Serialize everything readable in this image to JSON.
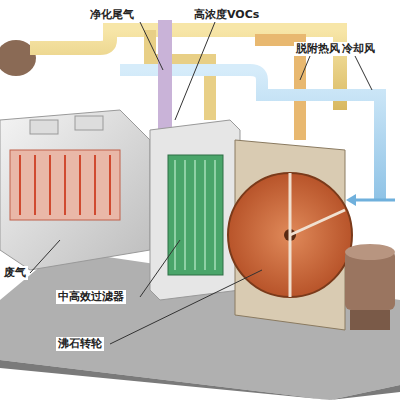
{
  "diagram": {
    "labels": [
      "净化尾气",
      "高浓度VOCs",
      "脱附热风",
      "冷却风",
      "废气",
      "中高效过滤器",
      "沸石转轮"
    ]
  }
}
